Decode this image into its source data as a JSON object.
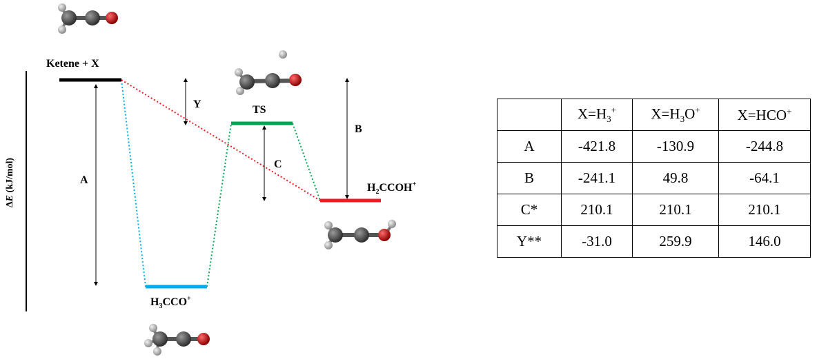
{
  "levels": {
    "reactants": {
      "label": "Ketene + X",
      "color": "#000000"
    },
    "ts": {
      "label": "TS",
      "color": "#00a651"
    },
    "h3cco": {
      "label_main": "H",
      "label_sub": "3",
      "label_rest": "CCO",
      "label_sup": "+",
      "color": "#00aeef"
    },
    "h2ccoh": {
      "label_main": "H",
      "label_sub": "2",
      "label_rest": "CCOH",
      "label_sup": "+",
      "color": "#ed1c24"
    }
  },
  "arrows": {
    "A": "A",
    "B": "B",
    "C": "C",
    "Y": "Y"
  },
  "axis": {
    "label_prefix": "Δ",
    "label_var": "E",
    "label_unit": " (kJ/mol)"
  },
  "colors": {
    "ts_path": "#00a651",
    "h3cco_path": "#00aeef",
    "h2ccoh_path": "#ed1c24",
    "carbon": "#555555",
    "hydrogen": "#aaaaaa",
    "oxygen": "#c00000"
  },
  "table": {
    "header": [
      {
        "main": "",
        "sub": "",
        "sup": "",
        "tail": ""
      },
      {
        "main": "X=H",
        "sub": "3",
        "sup": "+",
        "tail": ""
      },
      {
        "main": "X=H",
        "sub": "3",
        "sup": "",
        "tail": "O+"
      },
      {
        "main": "X=HCO+",
        "sub": "",
        "sup": "",
        "tail": ""
      }
    ],
    "rows": [
      {
        "label": "A",
        "values": [
          "-421.8",
          "-130.9",
          "-244.8"
        ]
      },
      {
        "label": "B",
        "values": [
          "-241.1",
          "49.8",
          "-64.1"
        ]
      },
      {
        "label": "C*",
        "values": [
          "210.1",
          "210.1",
          "210.1"
        ]
      },
      {
        "label": "Y**",
        "values": [
          "-31.0",
          "259.9",
          "146.0"
        ]
      }
    ]
  }
}
